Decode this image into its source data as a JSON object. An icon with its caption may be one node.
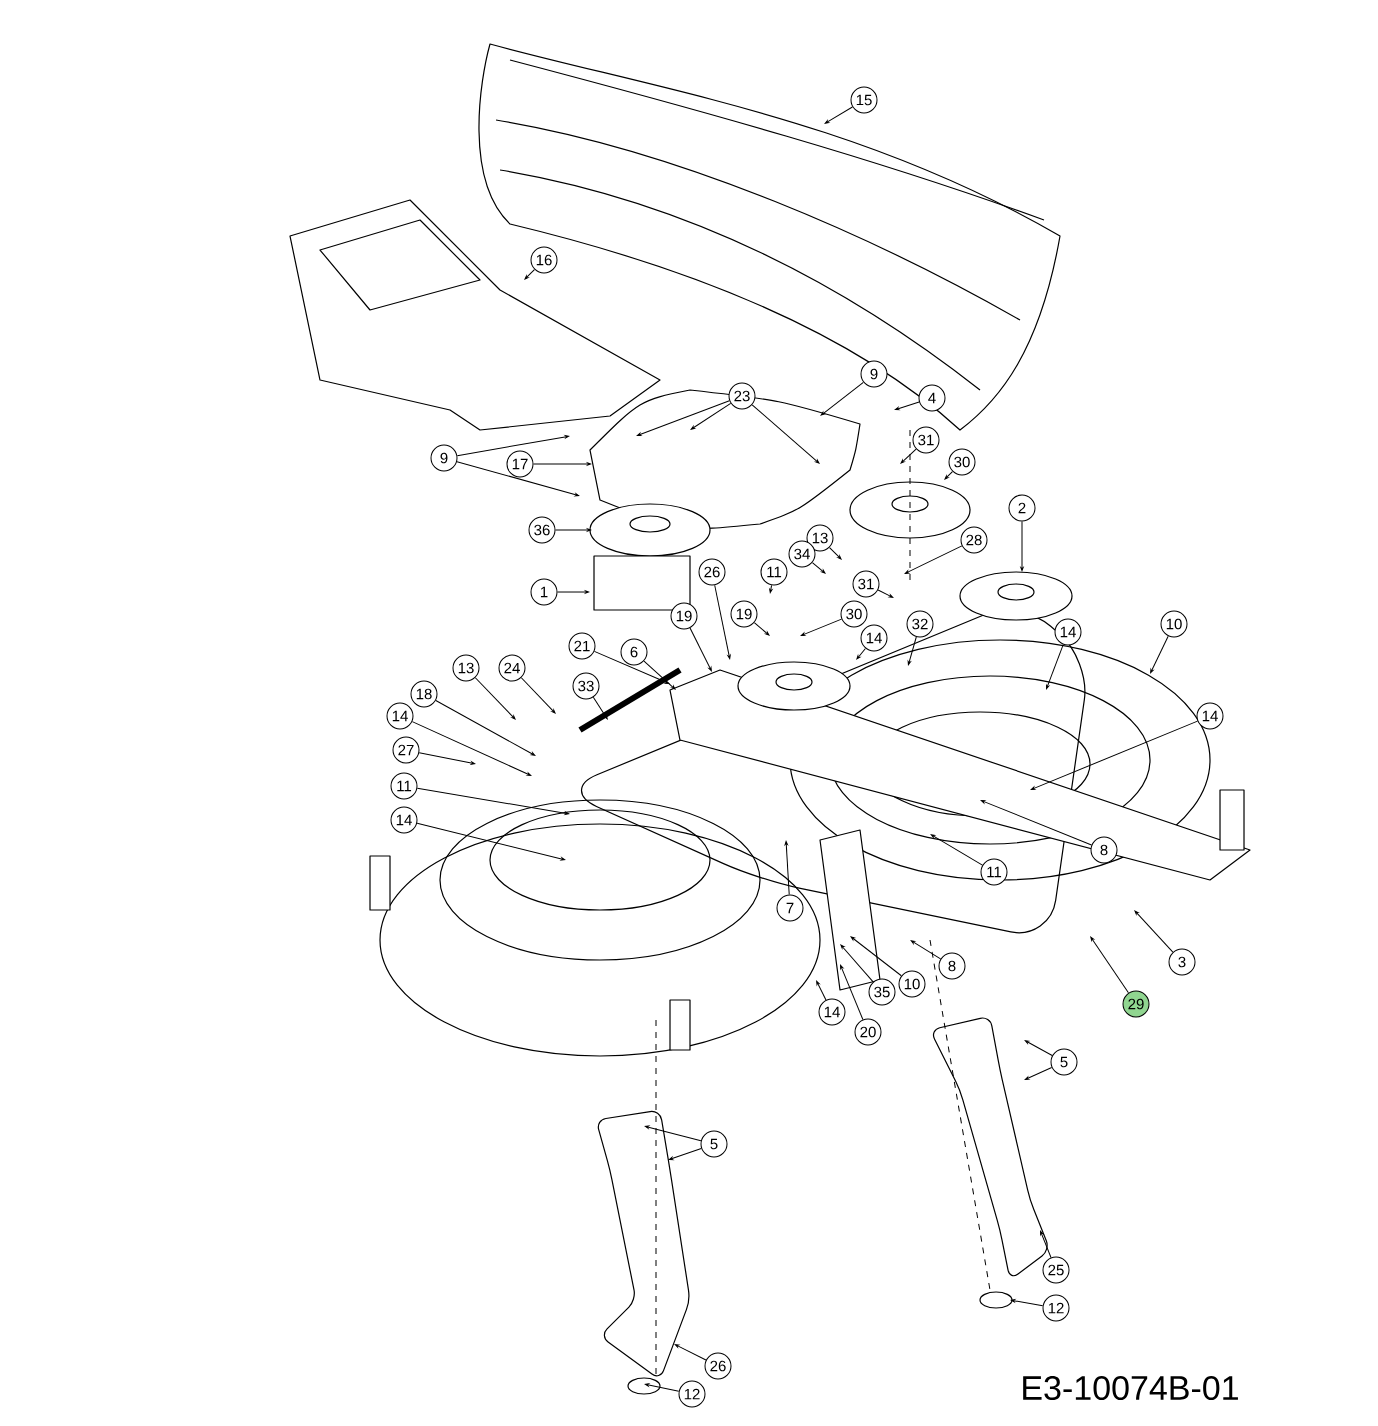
{
  "diagram": {
    "nodes": [
      {
        "text": [
          "15"
        ]
      },
      {
        "text": [
          "16"
        ]
      },
      {
        "text": [
          "9"
        ]
      },
      {
        "text": [
          "4"
        ]
      },
      {
        "text": [
          "23"
        ]
      },
      {
        "text": [
          "9"
        ]
      },
      {
        "text": [
          "17"
        ]
      },
      {
        "text": [
          "31"
        ]
      },
      {
        "text": [
          "30"
        ]
      },
      {
        "text": [
          "36"
        ]
      },
      {
        "text": [
          "13"
        ]
      },
      {
        "text": [
          "28"
        ]
      },
      {
        "text": [
          "2"
        ]
      },
      {
        "text": [
          "1"
        ]
      },
      {
        "text": [
          "26"
        ]
      },
      {
        "text": [
          "11"
        ]
      },
      {
        "text": [
          "34"
        ]
      },
      {
        "text": [
          "19"
        ]
      },
      {
        "text": [
          "19"
        ]
      },
      {
        "text": [
          "31"
        ]
      },
      {
        "text": [
          "30"
        ]
      },
      {
        "text": [
          "14"
        ]
      },
      {
        "text": [
          "32"
        ]
      },
      {
        "text": [
          "14"
        ]
      },
      {
        "text": [
          "10"
        ]
      },
      {
        "text": [
          "14"
        ]
      },
      {
        "text": [
          "21"
        ]
      },
      {
        "text": [
          "6"
        ]
      },
      {
        "text": [
          "33"
        ]
      },
      {
        "text": [
          "24"
        ]
      },
      {
        "text": [
          "13"
        ]
      },
      {
        "text": [
          "18"
        ]
      },
      {
        "text": [
          "14"
        ]
      },
      {
        "text": [
          "27"
        ]
      },
      {
        "text": [
          "11"
        ]
      },
      {
        "text": [
          "14"
        ]
      },
      {
        "text": [
          "11"
        ]
      },
      {
        "text": [
          "8"
        ]
      },
      {
        "text": [
          "7"
        ]
      },
      {
        "text": [
          "8"
        ]
      },
      {
        "text": [
          "10"
        ]
      },
      {
        "text": [
          "35"
        ]
      },
      {
        "text": [
          "14"
        ]
      },
      {
        "text": [
          "20"
        ]
      },
      {
        "text": [
          "3"
        ]
      },
      {
        "text": [
          "29"
        ]
      },
      {
        "text": [
          "5"
        ]
      },
      {
        "text": [
          "5"
        ]
      },
      {
        "text": [
          "25"
        ]
      },
      {
        "text": [
          "12"
        ]
      },
      {
        "text": [
          "26"
        ]
      },
      {
        "text": [
          "12"
        ]
      }
    ],
    "edges": [
      {
        "from": 0,
        "to": null,
        "arrow": "to"
      },
      {
        "from": 1,
        "to": null,
        "arrow": "to"
      },
      {
        "from": 2,
        "to": null,
        "arrow": "to"
      },
      {
        "from": 3,
        "to": null,
        "arrow": "to"
      },
      {
        "from": 4,
        "to": null,
        "arrow": "to"
      },
      {
        "from": 4,
        "to": null,
        "arrow": "to"
      },
      {
        "from": 4,
        "to": null,
        "arrow": "to"
      },
      {
        "from": 5,
        "to": null,
        "arrow": "to"
      },
      {
        "from": 5,
        "to": null,
        "arrow": "to"
      },
      {
        "from": 6,
        "to": null,
        "arrow": "to"
      },
      {
        "from": 7,
        "to": null,
        "arrow": "to"
      },
      {
        "from": 8,
        "to": null,
        "arrow": "to"
      },
      {
        "from": 9,
        "to": null,
        "arrow": "to"
      },
      {
        "from": 10,
        "to": null,
        "arrow": "to"
      },
      {
        "from": 11,
        "to": null,
        "arrow": "to"
      },
      {
        "from": 12,
        "to": null,
        "arrow": "to"
      },
      {
        "from": 13,
        "to": null,
        "arrow": "to"
      },
      {
        "from": 14,
        "to": null,
        "arrow": "to"
      },
      {
        "from": 15,
        "to": null,
        "arrow": "to"
      },
      {
        "from": 16,
        "to": null,
        "arrow": "to"
      },
      {
        "from": 17,
        "to": null,
        "arrow": "to"
      },
      {
        "from": 18,
        "to": null,
        "arrow": "to"
      },
      {
        "from": 19,
        "to": null,
        "arrow": "to"
      },
      {
        "from": 20,
        "to": null,
        "arrow": "to"
      },
      {
        "from": 21,
        "to": null,
        "arrow": "to"
      },
      {
        "from": 22,
        "to": null,
        "arrow": "to"
      },
      {
        "from": 23,
        "to": null,
        "arrow": "to"
      },
      {
        "from": 24,
        "to": null,
        "arrow": "to"
      },
      {
        "from": 25,
        "to": null,
        "arrow": "to"
      },
      {
        "from": 26,
        "to": null,
        "arrow": "to"
      },
      {
        "from": 27,
        "to": null,
        "arrow": "to"
      },
      {
        "from": 28,
        "to": null,
        "arrow": "to"
      },
      {
        "from": 29,
        "to": null,
        "arrow": "to"
      },
      {
        "from": 30,
        "to": null,
        "arrow": "to"
      },
      {
        "from": 31,
        "to": null,
        "arrow": "to"
      },
      {
        "from": 32,
        "to": null,
        "arrow": "to"
      },
      {
        "from": 33,
        "to": null,
        "arrow": "to"
      },
      {
        "from": 34,
        "to": null,
        "arrow": "to"
      },
      {
        "from": 35,
        "to": null,
        "arrow": "to"
      },
      {
        "from": 36,
        "to": null,
        "arrow": "to"
      },
      {
        "from": 37,
        "to": null,
        "arrow": "to"
      },
      {
        "from": 38,
        "to": null,
        "arrow": "to"
      },
      {
        "from": 39,
        "to": null,
        "arrow": "to"
      },
      {
        "from": 40,
        "to": null,
        "arrow": "to"
      },
      {
        "from": 41,
        "to": null,
        "arrow": "to"
      },
      {
        "from": 42,
        "to": null,
        "arrow": "to"
      },
      {
        "from": 43,
        "to": null,
        "arrow": "to"
      },
      {
        "from": 44,
        "to": null,
        "arrow": "to"
      },
      {
        "from": 45,
        "to": null,
        "arrow": "to"
      },
      {
        "from": 46,
        "to": null,
        "arrow": "to"
      },
      {
        "from": 46,
        "to": null,
        "arrow": "to"
      },
      {
        "from": 47,
        "to": null,
        "arrow": "to"
      },
      {
        "from": 47,
        "to": null,
        "arrow": "to"
      },
      {
        "from": 48,
        "to": null,
        "arrow": "to"
      },
      {
        "from": 49,
        "to": null,
        "arrow": "to"
      },
      {
        "from": 50,
        "to": null,
        "arrow": "to"
      },
      {
        "from": 51,
        "to": null,
        "arrow": "to"
      }
    ],
    "labels": [
      "E3-10074B-01"
    ]
  }
}
